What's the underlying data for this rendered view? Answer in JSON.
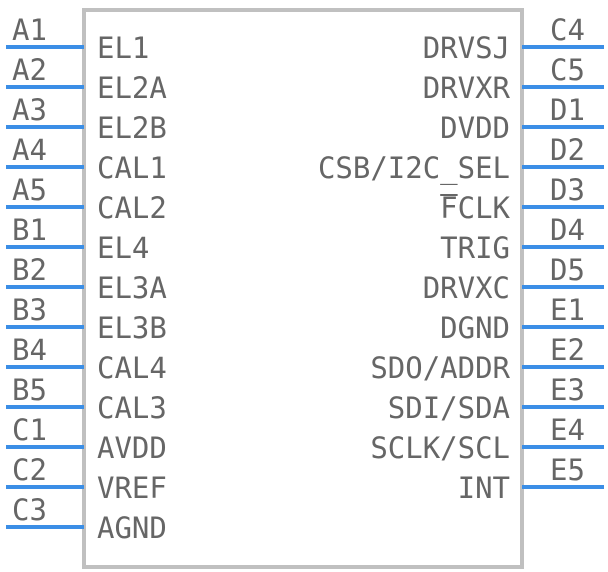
{
  "component": {
    "left_pins": [
      {
        "num": "A1",
        "label": "EL1"
      },
      {
        "num": "A2",
        "label": "EL2A"
      },
      {
        "num": "A3",
        "label": "EL2B"
      },
      {
        "num": "A4",
        "label": "CAL1"
      },
      {
        "num": "A5",
        "label": "CAL2"
      },
      {
        "num": "B1",
        "label": "EL4"
      },
      {
        "num": "B2",
        "label": "EL3A"
      },
      {
        "num": "B3",
        "label": "EL3B"
      },
      {
        "num": "B4",
        "label": "CAL4"
      },
      {
        "num": "B5",
        "label": "CAL3"
      },
      {
        "num": "C1",
        "label": "AVDD"
      },
      {
        "num": "C2",
        "label": "VREF"
      },
      {
        "num": "C3",
        "label": "AGND"
      }
    ],
    "right_pins": [
      {
        "num": "C4",
        "label": "DRVSJ"
      },
      {
        "num": "C5",
        "label": "DRVXR"
      },
      {
        "num": "D1",
        "label": "DVDD"
      },
      {
        "num": "D2",
        "label": "CSB/I2C_SEL"
      },
      {
        "num": "D3",
        "label": "FCLK",
        "overbar_chars": 1
      },
      {
        "num": "D4",
        "label": "TRIG"
      },
      {
        "num": "D5",
        "label": "DRVXC"
      },
      {
        "num": "E1",
        "label": "DGND"
      },
      {
        "num": "E2",
        "label": "SDO/ADDR"
      },
      {
        "num": "E3",
        "label": "SDI/SDA"
      },
      {
        "num": "E4",
        "label": "SCLK/SCL"
      },
      {
        "num": "E5",
        "label": "INT"
      }
    ],
    "colors": {
      "pin": "#3b8ee6",
      "text": "#666666",
      "outline": "#c0c0c0"
    }
  }
}
